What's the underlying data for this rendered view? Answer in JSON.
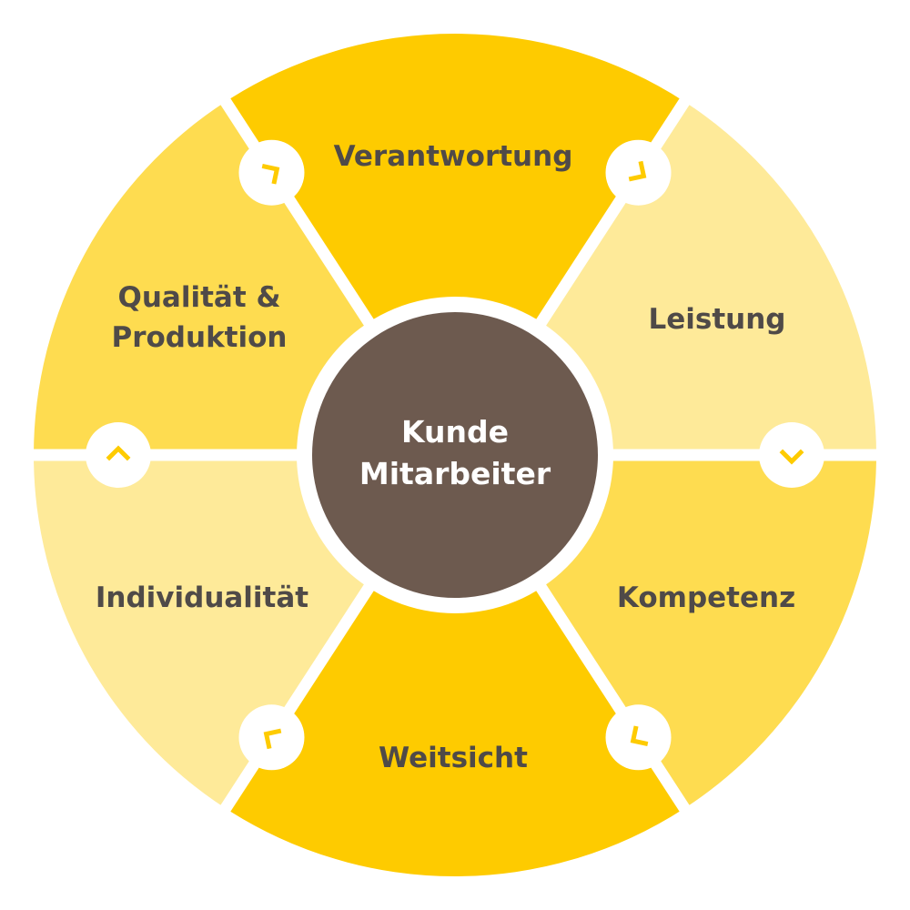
{
  "diagram": {
    "colors": {
      "segment_dark": "#fecb00",
      "segment_medium": "#fedc50",
      "segment_light": "#feea99",
      "separator": "#ffffff",
      "center_fill": "#6d5a4f",
      "center_text": "#ffffff",
      "label_text": "#4f4a48",
      "chevron": "#fecb00"
    },
    "center": {
      "line1": "Kunde",
      "line2": "Mitarbeiter"
    },
    "segments": [
      {
        "id": "verantwortung",
        "line1": "Verantwortung",
        "line2": "",
        "shade": "dark"
      },
      {
        "id": "leistung",
        "line1": "Leistung",
        "line2": "",
        "shade": "light"
      },
      {
        "id": "kompetenz",
        "line1": "Kompetenz",
        "line2": "",
        "shade": "medium"
      },
      {
        "id": "weitsicht",
        "line1": "Weitsicht",
        "line2": "",
        "shade": "dark"
      },
      {
        "id": "individualitaet",
        "line1": "Individualität",
        "line2": "",
        "shade": "light"
      },
      {
        "id": "qualitaet-produktion",
        "line1": "Qualität &",
        "line2": "Produktion",
        "shade": "medium"
      }
    ],
    "connectors": [
      {
        "id": "top-left",
        "icon": "chevron-icon",
        "direction": "clockwise"
      },
      {
        "id": "top-right",
        "icon": "chevron-icon",
        "direction": "clockwise"
      },
      {
        "id": "right",
        "icon": "chevron-down-icon",
        "direction": "clockwise"
      },
      {
        "id": "bottom-right",
        "icon": "chevron-icon",
        "direction": "clockwise"
      },
      {
        "id": "bottom-left",
        "icon": "chevron-icon",
        "direction": "clockwise"
      },
      {
        "id": "left",
        "icon": "chevron-up-icon",
        "direction": "clockwise"
      }
    ]
  }
}
